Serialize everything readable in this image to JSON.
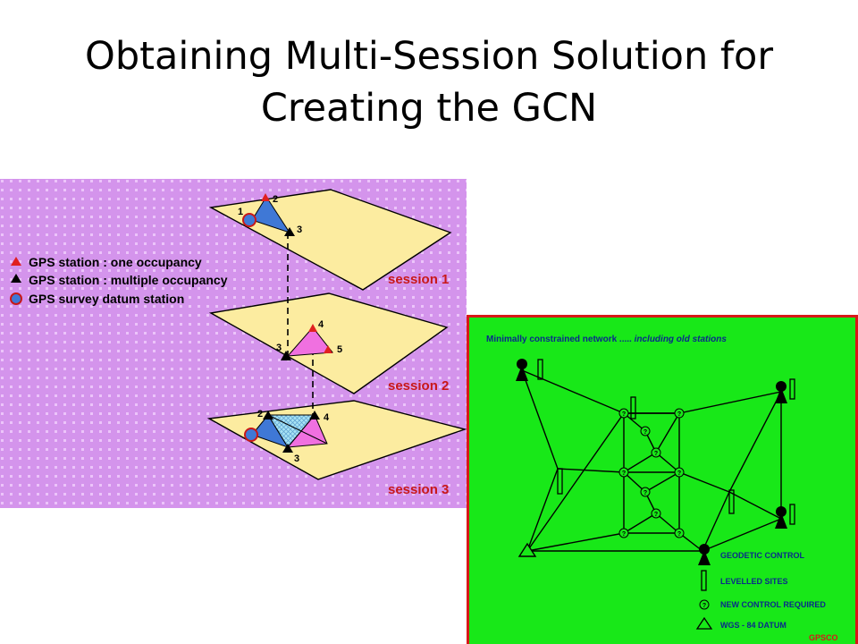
{
  "title": {
    "line1": "Obtaining Multi-Session Solution for",
    "line2": "Creating the GCN"
  },
  "session_diagram": {
    "legend": [
      "GPS station : one occupancy",
      "GPS station : multiple occupancy",
      "GPS survey datum station"
    ],
    "session_labels": [
      "session 1",
      "session 2",
      "session 3"
    ],
    "point_labels": {
      "s1": [
        "1",
        "2",
        "3"
      ],
      "s2": [
        "3",
        "4",
        "5"
      ],
      "s3": [
        "2",
        "4",
        "3"
      ]
    },
    "colors": {
      "background": "#d494ec",
      "plane": "#fceca0",
      "blue_triangle": "#3f78d6",
      "pink_triangle": "#f070e0",
      "session_label": "#c81818",
      "one_occupancy": "#e02020",
      "multi_occupancy": "#000000",
      "datum_station": "#c81818"
    }
  },
  "network_diagram": {
    "title_normal": "Minimally constrained network .....",
    "title_italic": "including old stations",
    "legend": [
      "GEODETIC CONTROL",
      "LEVELLED SITES",
      "NEW CONTROL REQUIRED",
      "WGS - 84 DATUM"
    ],
    "new_control_marker": "?",
    "credit": "GPSCO",
    "colors": {
      "background": "#18e818",
      "border": "#d81818",
      "lines": "#000000",
      "text": "#0a2a8a",
      "credit": "#d81818"
    }
  }
}
